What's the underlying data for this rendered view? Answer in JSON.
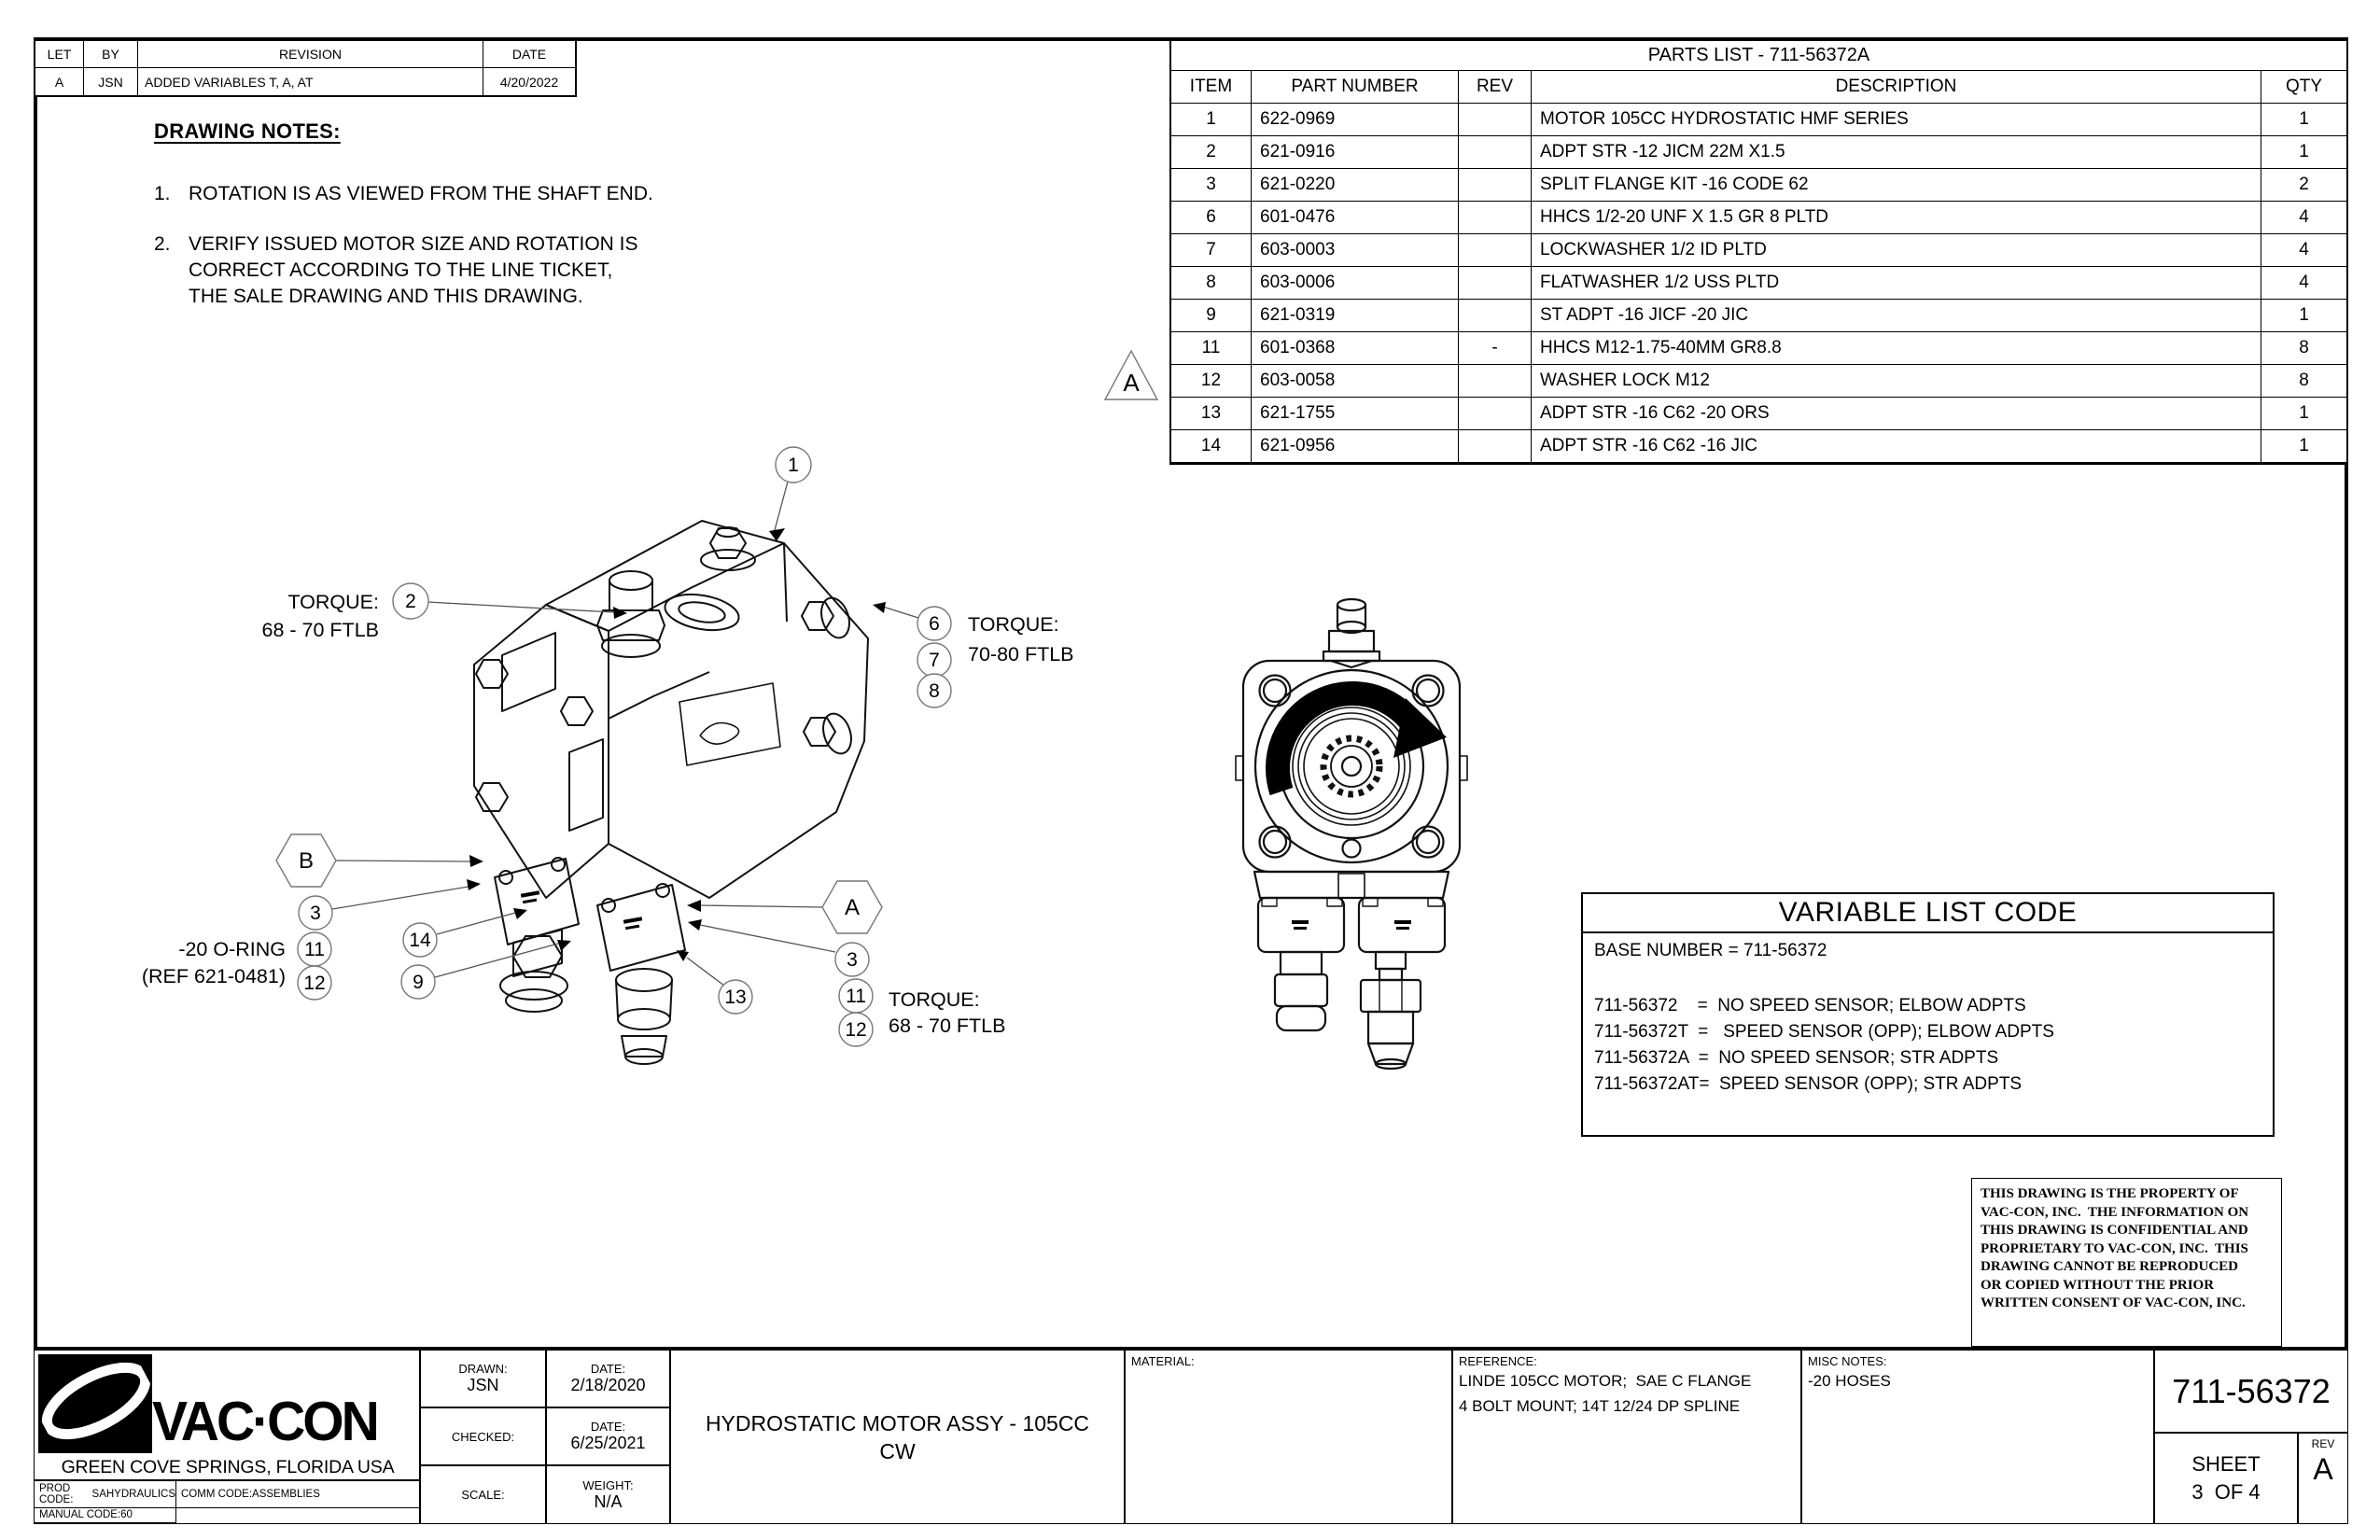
{
  "revision_table": {
    "headers": [
      "LET",
      "BY",
      "REVISION",
      "DATE"
    ],
    "row": {
      "let": "A",
      "by": "JSN",
      "revision": "ADDED VARIABLES T, A, AT",
      "date": "4/20/2022"
    }
  },
  "drawing_notes": {
    "title": "DRAWING NOTES:",
    "items": [
      {
        "num": "1.",
        "lines": [
          "ROTATION IS AS VIEWED FROM THE SHAFT END."
        ]
      },
      {
        "num": "2.",
        "lines": [
          "VERIFY ISSUED MOTOR SIZE AND ROTATION IS",
          "CORRECT ACCORDING TO THE LINE TICKET,",
          "THE SALE DRAWING AND THIS DRAWING."
        ]
      }
    ]
  },
  "parts_list": {
    "title": "PARTS LIST - 711-56372A",
    "headers": [
      "ITEM",
      "PART NUMBER",
      "REV",
      "DESCRIPTION",
      "QTY"
    ],
    "rows": [
      [
        "1",
        "622-0969",
        "",
        "MOTOR 105CC HYDROSTATIC HMF SERIES",
        "1"
      ],
      [
        "2",
        "621-0916",
        "",
        "ADPT STR -12 JICM 22M X1.5",
        "1"
      ],
      [
        "3",
        "621-0220",
        "",
        "SPLIT FLANGE KIT -16 CODE 62",
        "2"
      ],
      [
        "6",
        "601-0476",
        "",
        "HHCS 1/2-20 UNF X 1.5 GR 8 PLTD",
        "4"
      ],
      [
        "7",
        "603-0003",
        "",
        "LOCKWASHER 1/2 ID PLTD",
        "4"
      ],
      [
        "8",
        "603-0006",
        "",
        "FLATWASHER 1/2 USS PLTD",
        "4"
      ],
      [
        "9",
        "621-0319",
        "",
        "ST ADPT -16 JICF -20 JIC",
        "1"
      ],
      [
        "11",
        "601-0368",
        "-",
        "HHCS M12-1.75-40MM GR8.8",
        "8"
      ],
      [
        "12",
        "603-0058",
        "",
        "WASHER LOCK M12",
        "8"
      ],
      [
        "13",
        "621-1755",
        "",
        "ADPT STR -16 C62 -20 ORS",
        "1"
      ],
      [
        "14",
        "621-0956",
        "",
        "ADPT STR -16 C62 -16 JIC",
        "1"
      ]
    ]
  },
  "callouts": {
    "balloon_1": "1",
    "balloon_2": "2",
    "balloon_6": "6",
    "balloon_7": "7",
    "balloon_8": "8",
    "balloon_3_left": "3",
    "balloon_11_left": "11",
    "balloon_12_left": "12",
    "balloon_14": "14",
    "balloon_9": "9",
    "balloon_3_right": "3",
    "balloon_13": "13",
    "balloon_11_right": "11",
    "balloon_12_right": "12",
    "hex_b": "B",
    "hex_a": "A",
    "rev_triangle": "A",
    "torque_top_left": {
      "l1": "TORQUE:",
      "l2": "68 - 70 FTLB"
    },
    "torque_top_right": {
      "l1": "TORQUE:",
      "l2": "70-80 FTLB"
    },
    "torque_bottom": {
      "l1": "TORQUE:",
      "l2": "68 - 70 FTLB"
    },
    "oring": {
      "l1": "-20 O-RING",
      "l2": "(REF 621-0481)"
    }
  },
  "variable_list": {
    "title": "VARIABLE LIST CODE",
    "base_line": "BASE NUMBER = 711-56372",
    "lines": [
      "711-56372    =  NO SPEED SENSOR; ELBOW ADPTS",
      "711-56372T  =   SPEED SENSOR (OPP); ELBOW ADPTS",
      "711-56372A  =  NO SPEED SENSOR; STR ADPTS",
      "711-56372AT=  SPEED SENSOR (OPP); STR ADPTS"
    ]
  },
  "property_notice": {
    "lines": [
      "THIS DRAWING IS THE PROPERTY OF",
      "VAC-CON, INC.  THE INFORMATION ON",
      "THIS DRAWING IS CONFIDENTIAL AND",
      "PROPRIETARY TO VAC-CON, INC.  THIS",
      "DRAWING CANNOT BE REPRODUCED",
      "OR COPIED WITHOUT THE PRIOR",
      "WRITTEN CONSENT OF VAC-CON, INC."
    ]
  },
  "logo": {
    "name": "VAC·CON",
    "tagline": "GREEN COVE SPRINGS, FLORIDA USA",
    "codes": [
      [
        "PROD CODE:",
        "SAHYDRAULICS"
      ],
      [
        "COMM CODE:",
        "ASSEMBLIES"
      ],
      [
        "MANUAL CODE:",
        "60"
      ]
    ]
  },
  "title_block": {
    "drawn_label": "DRAWN:",
    "drawn_value": "JSN",
    "drawn_date_label": "DATE:",
    "drawn_date": "2/18/2020",
    "checked_label": "CHECKED:",
    "checked_date_label": "DATE:",
    "checked_date": "6/25/2021",
    "scale_label": "SCALE:",
    "weight_label": "WEIGHT:",
    "weight_value": "N/A",
    "title_line1": "HYDROSTATIC MOTOR ASSY - 105CC",
    "title_line2": "CW",
    "material_label": "MATERIAL:",
    "reference_label": "REFERENCE:",
    "reference_lines": [
      "LINDE 105CC MOTOR;  SAE C FLANGE",
      "4 BOLT MOUNT; 14T 12/24 DP SPLINE"
    ],
    "misc_label": "MISC NOTES:",
    "misc_value": "-20 HOSES",
    "part_number": "711-56372",
    "sheet_label": "SHEET",
    "sheet_value": "3  OF 4",
    "rev_label": "REV",
    "rev_value": "A"
  }
}
